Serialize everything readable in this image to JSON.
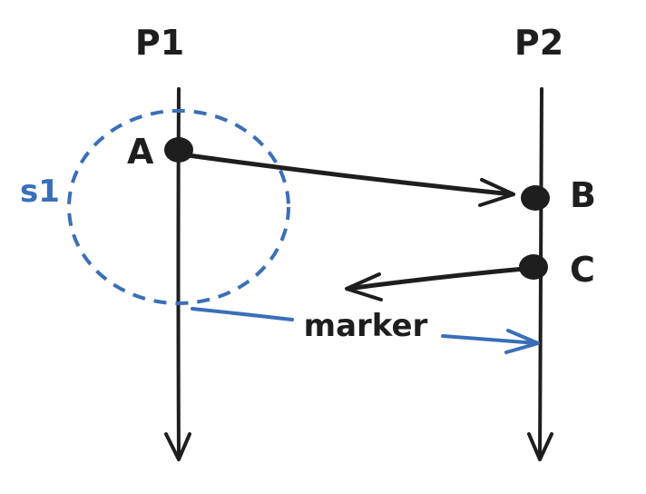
{
  "diagram": {
    "processes": [
      {
        "id": "P1",
        "label": "P1"
      },
      {
        "id": "P2",
        "label": "P2"
      }
    ],
    "events": [
      {
        "id": "A",
        "label": "A",
        "process": "P1"
      },
      {
        "id": "B",
        "label": "B",
        "process": "P2"
      },
      {
        "id": "C",
        "label": "C",
        "process": "P2"
      }
    ],
    "messages": [
      {
        "from": "A",
        "to": "B"
      },
      {
        "from": "C",
        "to": "P1",
        "note": "arrow ends before reaching P1"
      }
    ],
    "snapshot": {
      "label": "s1",
      "color": "#3a6fb8"
    },
    "marker": {
      "label": "marker",
      "from": "P1",
      "to": "P2",
      "color": "#3a6fb8"
    },
    "colors": {
      "ink": "#1e1e1e",
      "accent": "#3a6fb8"
    }
  }
}
